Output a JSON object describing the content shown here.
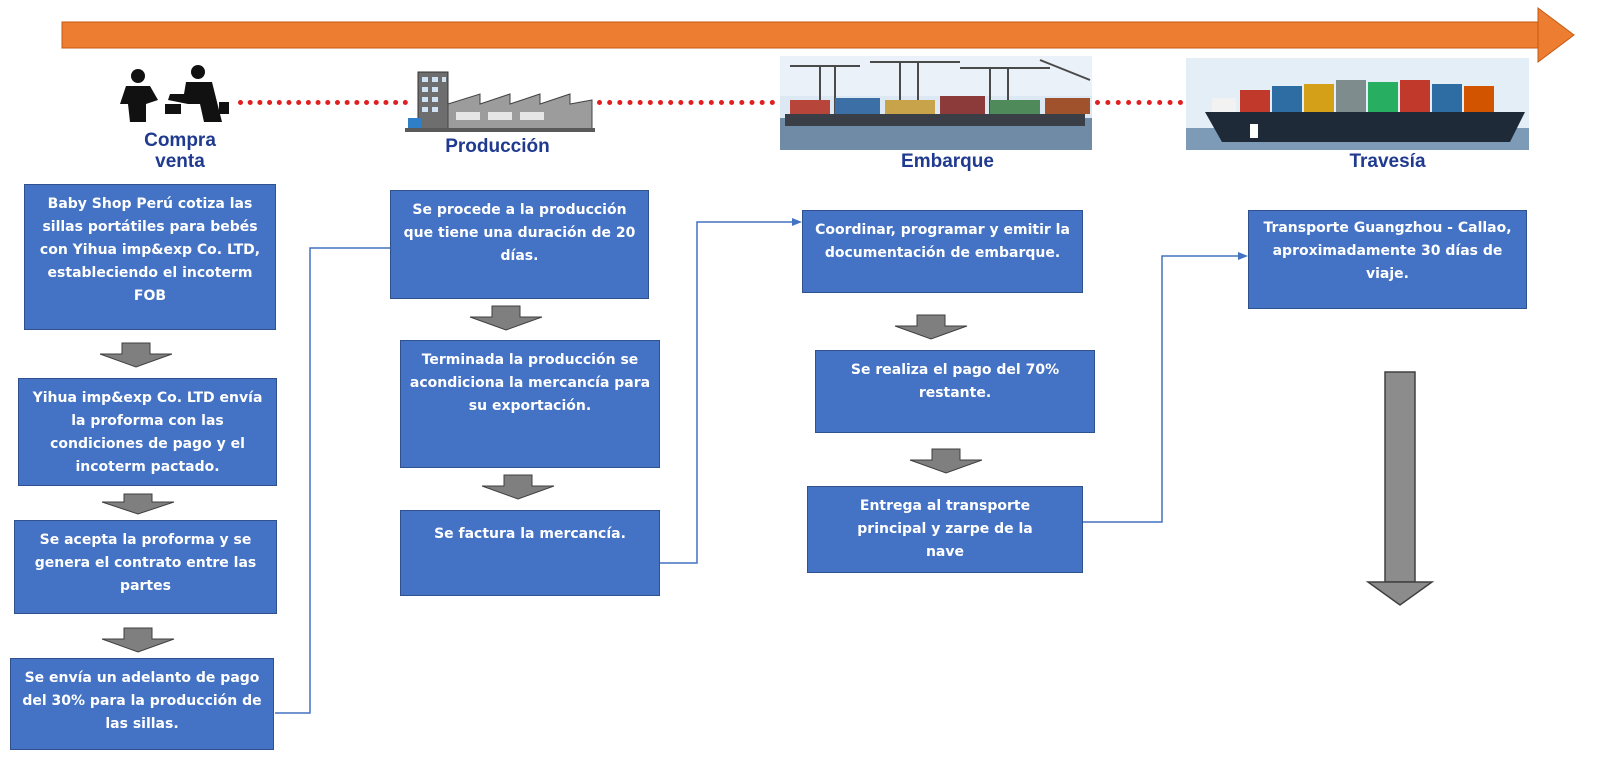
{
  "colors": {
    "timeline": "#ED7D31",
    "box": "#4472C4",
    "box_border": "#2F528F",
    "connector": "#4472C4",
    "label": "#1F3A8F",
    "dotted": "#E02020",
    "arrow_gray": "#7F7F7F"
  },
  "stages": [
    {
      "label": "Compra\nventa",
      "icon": "handshake-icon"
    },
    {
      "label": "Producción",
      "icon": "factory-icon"
    },
    {
      "label": "Embarque",
      "icon": "port-cranes-photo"
    },
    {
      "label": "Travesía",
      "icon": "container-ship-photo"
    }
  ],
  "compra": [
    "Baby Shop Perú cotiza las sillas portátiles para bebés con Yihua imp&exp Co. LTD, estableciendo el incoterm FOB",
    "Yihua imp&exp Co. LTD envía la proforma con las condiciones de pago y el incoterm pactado.",
    "Se acepta la proforma y se genera el contrato entre las partes",
    "Se envía un adelanto de pago del 30% para la producción de las sillas."
  ],
  "produccion": [
    "Se procede a la producción que tiene una duración de 20 días.",
    "Terminada la producción se acondiciona la mercancía para su exportación.",
    "Se factura la mercancía."
  ],
  "embarque": [
    "Coordinar, programar y emitir la documentación de embarque.",
    "Se realiza el pago del 70% restante.",
    "Entrega al transporte principal y zarpe de la nave"
  ],
  "travesia": [
    "Transporte Guangzhou - Callao, aproximadamente 30 días de viaje."
  ]
}
